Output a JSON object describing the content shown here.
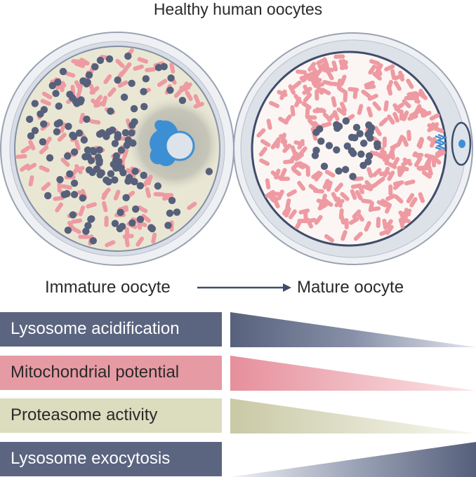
{
  "title": "Healthy human oocytes",
  "stages": {
    "from": "Immature oocyte",
    "to": "Mature oocyte"
  },
  "rows": [
    {
      "label": "Lysosome acidification",
      "trend": "decreasing",
      "color": "#5b6580"
    },
    {
      "label": "Mitochondrial potential",
      "trend": "decreasing",
      "color": "#e69aa3"
    },
    {
      "label": "Proteasome activity",
      "trend": "decreasing",
      "color": "#dcdcbe"
    },
    {
      "label": "Lysosome exocytosis",
      "trend": "increasing",
      "color": "#5b6580"
    }
  ],
  "colors": {
    "lysosome": "#56607a",
    "mitochondria": "#ee9aa2",
    "nucleus_chromatin": "#3d8fd4",
    "immature_cytoplasm": "#e9e7d4",
    "mature_cytoplasm": "#fbf6f3"
  }
}
